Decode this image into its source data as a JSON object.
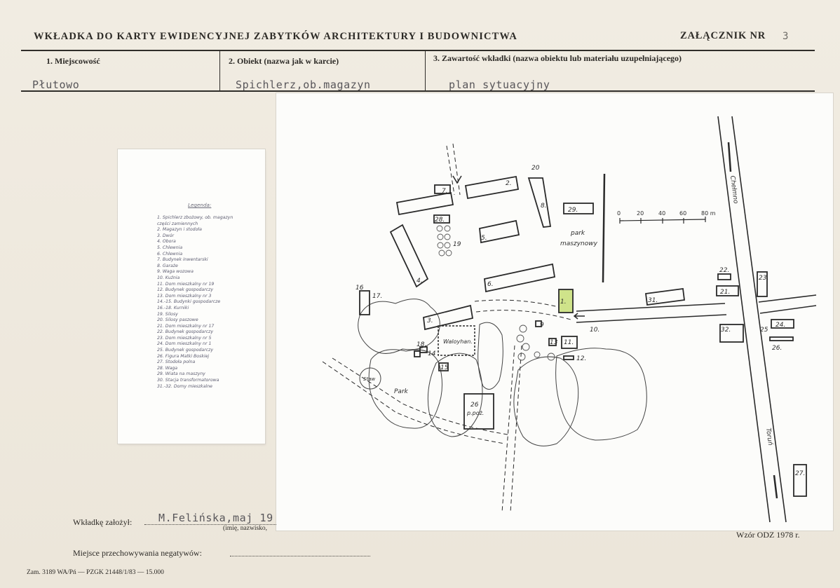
{
  "header": {
    "title": "WKŁADKA DO KARTY EWIDENCYJNEJ ZABYTKÓW ARCHITEKTURY I BUDOWNICTWA",
    "annex_label": "ZAŁĄCZNIK NR",
    "annex_number": "3"
  },
  "fields": {
    "locality_label": "1. Miejscowość",
    "locality_value": "Płutowo",
    "object_label": "2. Obiekt (nazwa jak w karcie)",
    "object_value": "Spichlerz,ob.magazyn",
    "content_label": "3. Zawartość wkładki (nazwa obiektu lub materiału uzupełniającego)",
    "content_value": "plan sytuacyjny"
  },
  "legend": {
    "title": "Legenda:",
    "items": [
      "1. Spichlerz zbożowy, ob. magazyn",
      "    części zamiennych",
      "2. Magazyn i stodoła",
      "3. Dwór",
      "4. Obora",
      "5. Chlewnia",
      "6. Chlewnia",
      "7. Budynek inwentarski",
      "8. Garaże",
      "9. Waga wozowa",
      "10. Kuźnia",
      "11. Dom mieszkalny nr 19",
      "12. Budynek gospodarczy",
      "13. Dom mieszkalny nr 3",
      "14.-15. Budynki gospodarcze",
      "16.-18. Kurniki",
      "19. Silosy",
      "20. Silosy paszowe",
      "21. Dom mieszkalny nr 17",
      "22. Budynek gospodarczy",
      "23. Dom mieszkalny nr 5",
      "24. Dom mieszkalny nr 1",
      "25. Budynek gospodarczy",
      "26. Figura Matki Boskiej",
      "27. Stodoła polna",
      "28. Waga",
      "29. Wiata na maszyny",
      "30. Stacja transformatorowa",
      "31.-32. Domy mieszkalne"
    ]
  },
  "map": {
    "road_north": "Chełmno",
    "road_south": "Toruń",
    "park_machines": [
      "park",
      "maszynowy"
    ],
    "park_label": "Park",
    "pond_label": "Staw",
    "manor_label": "Waloyhan.",
    "figure_label": "26",
    "figure_sub": "p.poż.",
    "scale_labels": [
      "0",
      "20",
      "40",
      "60",
      "80 m"
    ],
    "buildings": [
      "1.",
      "2.",
      "3.",
      "4.",
      "5.",
      "6.",
      "7.",
      "8.",
      "9",
      "10.",
      "11.",
      "12.",
      "13",
      "14",
      "15",
      "16",
      "17.",
      "18.",
      "19",
      "20",
      "21.",
      "22.",
      "23.",
      "24.",
      "25",
      "26.",
      "27.",
      "28.",
      "29.",
      "31.",
      "32."
    ]
  },
  "footer": {
    "founder_label": "Wkładkę założył:",
    "founder_value": "M.Felińska,maj 19",
    "founder_note": "(imię, nazwisko,",
    "storage_label": "Miejsce przechowywania negatywów:",
    "model": "Wzór ODZ 1978 r.",
    "print_info": "Zam. 3189 WA/Pń — PZGK 21448/1/83 — 15.000"
  }
}
